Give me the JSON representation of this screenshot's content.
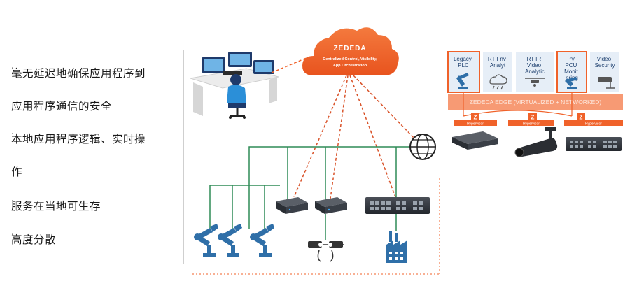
{
  "bullets": [
    {
      "lines": [
        "毫无延迟地确保应用程序到",
        "应用程序通信的安全"
      ]
    },
    {
      "lines": [
        "本地应用程序逻辑、实时操",
        "作"
      ]
    },
    {
      "lines": [
        "服务在当地可生存"
      ]
    },
    {
      "lines": [
        "高度分散"
      ]
    }
  ],
  "cloud": {
    "logo": "ZEDEDA",
    "line1": "Centralized Control, Visibility,",
    "line2": "App Orchestration"
  },
  "apps": [
    {
      "lines": [
        "Legacy",
        "PLC"
      ]
    },
    {
      "lines": [
        "RT Fnv",
        "Analyt"
      ]
    },
    {
      "lines": [
        "RT IR",
        "Video",
        "Analytic"
      ]
    },
    {
      "lines": [
        "PV",
        "PCU",
        "Monit",
        "oring"
      ]
    },
    {
      "lines": [
        "Video",
        "Security"
      ]
    }
  ],
  "edge": {
    "banner": "ZEDEDA EDGE (VIRTUALIZED + NETWORKED)",
    "hypervisor": "Hypervisor",
    "z": "Z"
  },
  "colors": {
    "accent_orange": "#f0622a",
    "green_line": "#2e8b57",
    "navy": "#1e3a6b",
    "steel_blue": "#2f6fa8",
    "tile_bg": "#e6eef7"
  }
}
